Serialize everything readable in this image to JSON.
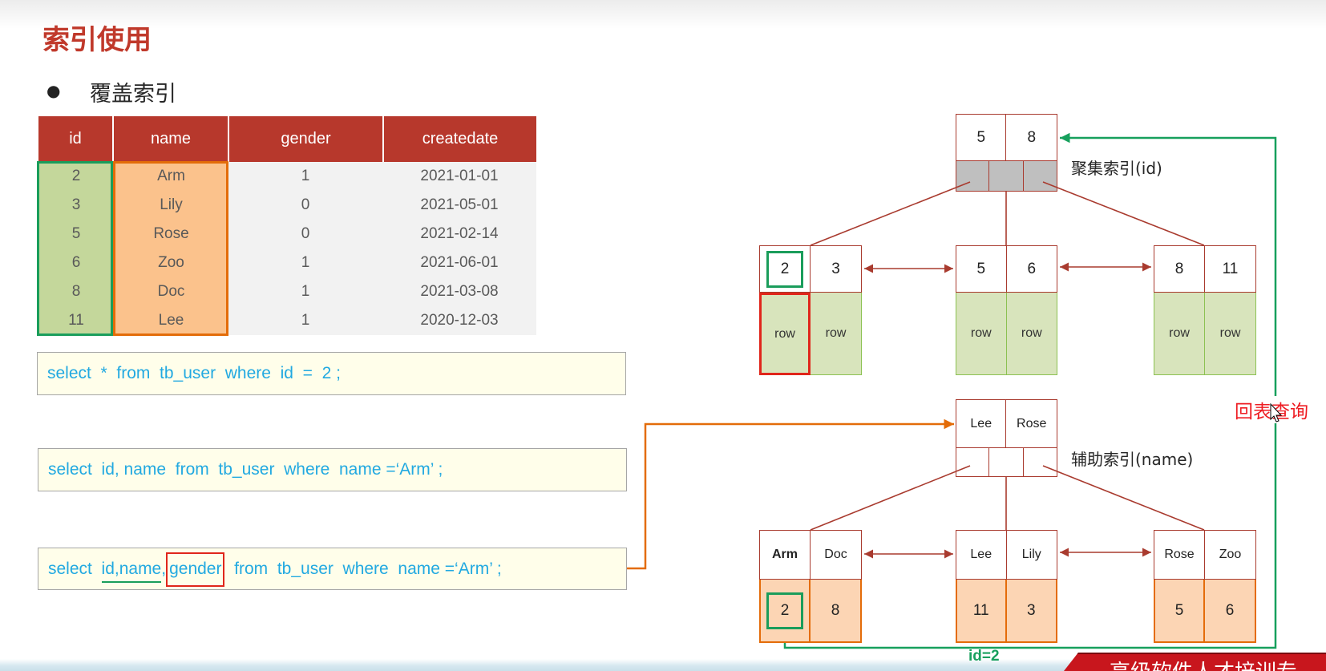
{
  "slide": {
    "title": "索引使用",
    "bullet": "●",
    "heading": "覆盖索引"
  },
  "table": {
    "columns": [
      "id",
      "name",
      "gender",
      "createdate"
    ],
    "rows": [
      [
        "2",
        "Arm",
        "1",
        "2021-01-01"
      ],
      [
        "3",
        "Lily",
        "0",
        "2021-05-01"
      ],
      [
        "5",
        "Rose",
        "0",
        "2021-02-14"
      ],
      [
        "6",
        "Zoo",
        "1",
        "2021-06-01"
      ],
      [
        "8",
        "Doc",
        "1",
        "2021-03-08"
      ],
      [
        "11",
        "Lee",
        "1",
        "2020-12-03"
      ]
    ]
  },
  "queries": {
    "q1": "select  *  from  tb_user  where  id  =  2 ;",
    "q2": "select  id, name  from  tb_user  where  name =‘Arm’ ;",
    "q3": {
      "prefix": "select  ",
      "underlined": "id,name",
      "comma": ",",
      "boxed": "gender",
      "suffix": "  from  tb_user  where  name =‘Arm’ ;"
    }
  },
  "clustered_index": {
    "label": "聚集索引(id)",
    "root_keys": [
      "5",
      "8"
    ],
    "leaves": [
      {
        "keys": [
          "2",
          "3"
        ],
        "values": [
          "row",
          "row"
        ]
      },
      {
        "keys": [
          "5",
          "6"
        ],
        "values": [
          "row",
          "row"
        ]
      },
      {
        "keys": [
          "8",
          "11"
        ],
        "values": [
          "row",
          "row"
        ]
      }
    ]
  },
  "secondary_index": {
    "label": "辅助索引(name)",
    "root_keys": [
      "Lee",
      "Rose"
    ],
    "leaves": [
      {
        "keys": [
          "Arm",
          "Doc"
        ],
        "values": [
          "2",
          "8"
        ]
      },
      {
        "keys": [
          "Lee",
          "Lily"
        ],
        "values": [
          "11",
          "3"
        ]
      },
      {
        "keys": [
          "Rose",
          "Zoo"
        ],
        "values": [
          "5",
          "6"
        ]
      }
    ]
  },
  "lookup": {
    "label": "回表查询",
    "id_label": "id=2"
  },
  "footer": {
    "banner_text": "高级软件人才培训专"
  },
  "colors": {
    "title": "#c0392b",
    "table_header": "#b7382c",
    "id_column": "#c4d79b",
    "name_column": "#fbc28c",
    "sql_text": "#22a9e1",
    "sql_box_bg": "#fffeea",
    "tree_border": "#a93b2f",
    "clustered_leaf": "#d8e4bc",
    "secondary_leaf": "#fcd5b4",
    "lookup_path": "#17a05d",
    "highlight_red": "#e0261b",
    "connector_orange": "#e36c09"
  }
}
